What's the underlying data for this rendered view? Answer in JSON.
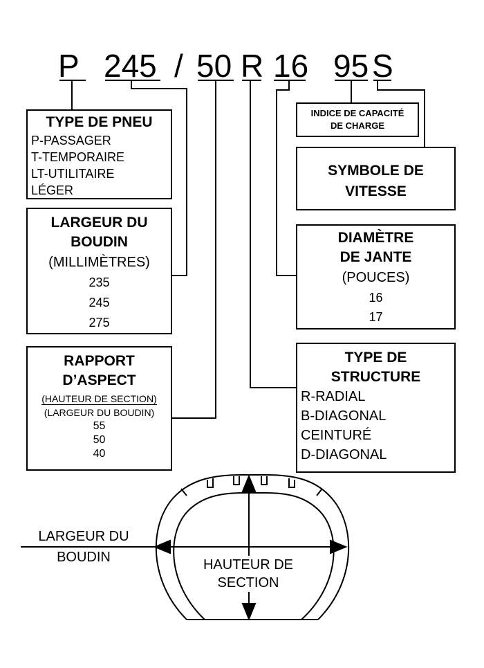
{
  "code": {
    "p": "P",
    "width": "245",
    "slash": "/",
    "ratio": "50",
    "structure": "R",
    "rim": "16",
    "load": "95",
    "speed": "S"
  },
  "tire_type": {
    "title": "TYPE DE PNEU",
    "items": [
      "P-PASSAGER",
      "T-TEMPORAIRE",
      "LT-UTILITAIRE",
      "LÉGER"
    ]
  },
  "section_width": {
    "title_line1": "LARGEUR DU",
    "title_line2": "BOUDIN",
    "unit": "(MILLIMÈTRES)",
    "values": [
      "235",
      "245",
      "275"
    ]
  },
  "aspect_ratio": {
    "title_line1": "RAPPORT",
    "title_line2": "D’ASPECT",
    "numerator": "(HAUTEUR DE SECTION)",
    "denominator": "(LARGEUR DU BOUDIN)",
    "values": [
      "55",
      "50",
      "40"
    ]
  },
  "load_index": {
    "line1": "INDICE DE CAPACITÉ",
    "line2": "DE CHARGE"
  },
  "speed_symbol": {
    "line1": "SYMBOLE DE",
    "line2": "VITESSE"
  },
  "rim_diameter": {
    "title_line1": "DIAMÈTRE",
    "title_line2": "DE JANTE",
    "unit": "(POUCES)",
    "values": [
      "16",
      "17"
    ]
  },
  "construction": {
    "title_line1": "TYPE DE",
    "title_line2": "STRUCTURE",
    "items": [
      "R-RADIAL",
      "B-DIAGONAL",
      "CEINTURÉ",
      "D-DIAGONAL"
    ]
  },
  "tire_diagram": {
    "width_label_line1": "LARGEUR DU",
    "width_label_line2": "BOUDIN",
    "height_label_line1": "HAUTEUR DE",
    "height_label_line2": "SECTION"
  }
}
